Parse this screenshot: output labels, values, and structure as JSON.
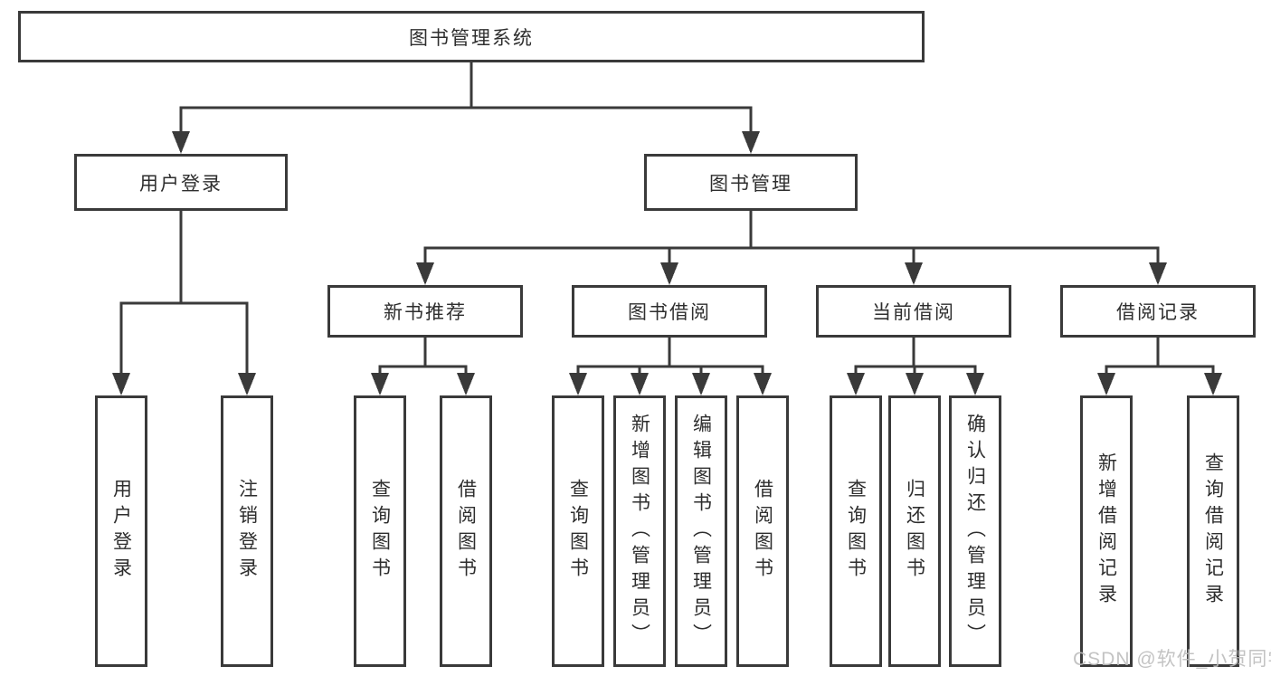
{
  "diagram": {
    "tree": {
      "label": "图书管理系统",
      "children": [
        {
          "label": "用户登录",
          "children": [
            {
              "label": "用户登录"
            },
            {
              "label": "注销登录"
            }
          ]
        },
        {
          "label": "图书管理",
          "children": [
            {
              "label": "新书推荐",
              "children": [
                {
                  "label": "查询图书"
                },
                {
                  "label": "借阅图书"
                }
              ]
            },
            {
              "label": "图书借阅",
              "children": [
                {
                  "label": "查询图书"
                },
                {
                  "label": "新增图书（管理员）"
                },
                {
                  "label": "编辑图书（管理员）"
                },
                {
                  "label": "借阅图书"
                }
              ]
            },
            {
              "label": "当前借阅",
              "children": [
                {
                  "label": "查询图书"
                },
                {
                  "label": "归还图书"
                },
                {
                  "label": "确认归还（管理员）"
                }
              ]
            },
            {
              "label": "借阅记录",
              "children": [
                {
                  "label": "新增借阅记录"
                },
                {
                  "label": "查询借阅记录"
                }
              ]
            }
          ]
        }
      ]
    }
  },
  "watermark": {
    "text": "CSDN @软件_小贺同学"
  },
  "colors": {
    "line": "#3a3a3a",
    "text": "#2e2e2e",
    "watermark": "#bdbdbd",
    "background": "#ffffff"
  }
}
